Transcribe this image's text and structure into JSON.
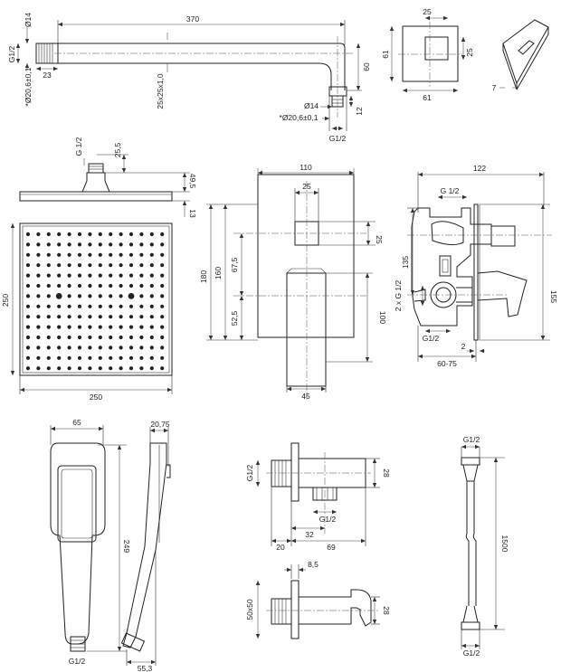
{
  "labels": {
    "arm_dia_top": "Ø14",
    "arm_thread_top": "G1/2",
    "arm_length": "370",
    "arm_thread_len": "23",
    "arm_flange": "*Ø20,6±0,1",
    "arm_section": "25x25x1,0",
    "arm_drop": "60",
    "arm_dia_bottom": "Ø14",
    "arm_flange_bottom": "*Ø20,6±0,1",
    "arm_bottom_12": "12",
    "arm_thread_bottom": "G1/2",
    "rose_w": "25",
    "rose_h": "61",
    "rose_side": "25",
    "rose_bottom": "61",
    "plate_depth": "7",
    "head_thread": "G 1/2",
    "head_25_5": "25,5",
    "head_49_5": "49,5",
    "head_13": "13",
    "head_250_side": "250",
    "head_250_bottom": "250",
    "plate_110": "110",
    "plate_25_top": "25",
    "plate_25_side": "25",
    "plate_180": "180",
    "plate_160": "160",
    "plate_67_5": "67,5",
    "plate_52_5": "52,5",
    "plate_100": "100",
    "plate_45": "45",
    "valve_122": "122",
    "valve_g12": "G 1/2",
    "valve_135": "135",
    "valve_2xg12": "2 x G 1/2",
    "valve_155": "155",
    "valve_g12_bottom": "G1/2",
    "valve_2": "2",
    "valve_60_75": "60-75",
    "hand_65": "65",
    "hand_20_75": "20,75",
    "hand_249": "249",
    "hand_g12": "G1/2",
    "hand_55_3": "55,3",
    "outlet_g12_side": "G1/2",
    "outlet_28": "28",
    "outlet_32": "32",
    "outlet_g12_bottom": "G1/2",
    "outlet_20": "20",
    "outlet_69": "69",
    "holder_8_5": "8,5",
    "holder_50x50": "50x50",
    "holder_28": "28",
    "hose_g12_top": "G1/2",
    "hose_1500": "1500",
    "hose_g12_bottom": "G1/2"
  }
}
